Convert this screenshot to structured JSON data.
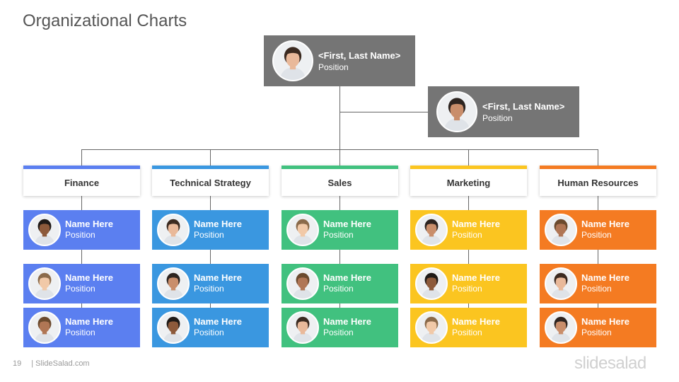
{
  "title": "Organizational Charts",
  "executives": [
    {
      "name": "<First, Last Name>",
      "position": "Position"
    },
    {
      "name": "<First, Last Name>",
      "position": "Position"
    }
  ],
  "departments": [
    {
      "label": "Finance",
      "color": "#5b7ff0",
      "members": [
        {
          "name": "Name Here",
          "position": "Position"
        },
        {
          "name": "Name Here",
          "position": "Position"
        },
        {
          "name": "Name Here",
          "position": "Position"
        }
      ]
    },
    {
      "label": "Technical Strategy",
      "color": "#3a97e0",
      "members": [
        {
          "name": "Name Here",
          "position": "Position"
        },
        {
          "name": "Name Here",
          "position": "Position"
        },
        {
          "name": "Name Here",
          "position": "Position"
        }
      ]
    },
    {
      "label": "Sales",
      "color": "#41c17f",
      "members": [
        {
          "name": "Name Here",
          "position": "Position"
        },
        {
          "name": "Name Here",
          "position": "Position"
        },
        {
          "name": "Name Here",
          "position": "Position"
        }
      ]
    },
    {
      "label": "Marketing",
      "color": "#fbc520",
      "members": [
        {
          "name": "Name Here",
          "position": "Position"
        },
        {
          "name": "Name Here",
          "position": "Position"
        },
        {
          "name": "Name Here",
          "position": "Position"
        }
      ]
    },
    {
      "label": "Human Resources",
      "color": "#f47b22",
      "members": [
        {
          "name": "Name Here",
          "position": "Position"
        },
        {
          "name": "Name Here",
          "position": "Position"
        },
        {
          "name": "Name Here",
          "position": "Position"
        }
      ]
    }
  ],
  "footer": {
    "page_number": "19",
    "source": "| SlideSalad.com"
  },
  "brand": "slidesalad",
  "colors": {
    "executive_box": "#757575",
    "connector": "#666666"
  },
  "icons": {
    "photo": "person-photo-icon"
  }
}
